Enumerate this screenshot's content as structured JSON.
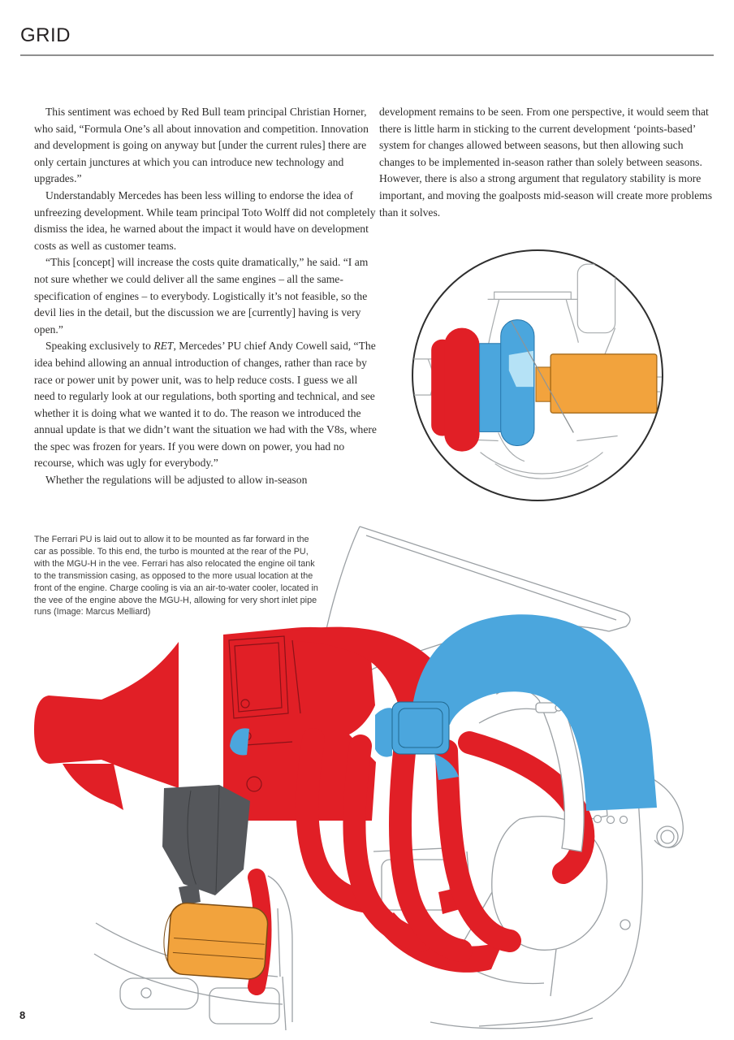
{
  "header": {
    "title": "GRID"
  },
  "page_number": "8",
  "article": {
    "left_column": {
      "paragraphs": [
        "This sentiment was echoed by Red Bull team principal Christian Horner, who said, “Formula One’s all about innovation and competition. Innovation and development is going on anyway but [under the current rules] there are only certain junctures at which you can introduce new technology and upgrades.”",
        "Understandably Mercedes has been less willing to endorse the idea of unfreezing development. While team principal Toto Wolff did not completely dismiss the idea, he warned about the impact it would have on development costs as well as customer teams.",
        "“This [concept] will increase the costs quite dramatically,” he said. “I am not sure whether we could deliver all the same engines – all the same-specification of engines – to everybody. Logistically it’s not feasible, so the devil lies in the detail, but the discussion we are [currently] having is very open.”",
        "",
        "Whether the regulations will be adjusted to allow in-season"
      ],
      "p4_before": "Speaking exclusively to ",
      "p4_ret": "RET",
      "p4_after": ", Mercedes’ PU chief Andy Cowell said, “The idea behind allowing an annual introduction of changes, rather than race by race or power unit by power unit, was to help reduce costs. I guess we all need to regularly look at our regulations, both sporting and technical, and see whether it is doing what we wanted it to do. The reason we introduced the annual update is that we didn’t want the situation we had with the V8s, where the spec was frozen for years. If you were down on power, you had no recourse, which was ugly for everybody.”"
    },
    "right_column": {
      "paragraphs": [
        "development remains to be seen. From one perspective, it would seem that there is little harm in sticking to the current development ‘points-based’ system for changes allowed between seasons, but then allowing such changes to be implemented in-season rather than solely between seasons. However, there is also a strong argument that regulatory stability is more important, and moving the goalposts mid-season will create more problems than it solves."
      ]
    }
  },
  "caption": {
    "text": "The Ferrari PU is laid out to allow it to be mounted as far forward in the car as possible. To this end, the turbo is mounted at the rear of the PU, with the MGU-H in the vee. Ferrari has also relocated the engine oil tank to the transmission casing, as opposed to the more usual location at the front of the engine. Charge cooling is via an air-to-water cooler, located in the vee of the engine above the MGU-H, allowing for very short inlet pipe runs (Image: Marcus Melliard)"
  },
  "illustrations": {
    "inset_diagram": {
      "description": "circular detail of turbo mounted at rear of PU",
      "parts": [
        "turbine-red",
        "compressor-blue",
        "inlet-light-blue",
        "mgu-h-orange"
      ]
    },
    "main_illustration": {
      "description": "side view of Ferrari power unit with airbox, exhausts, charge-air duct, oil tank and gearbox",
      "parts": [
        "airbox-outline",
        "exhaust-red",
        "charge-air-duct-blue",
        "collector-dark-gray",
        "oil-tank-orange",
        "gearbox-outline"
      ]
    },
    "colors": {
      "red": "#e11f26",
      "blue": "#4ba6dd",
      "light_blue": "#b5e2f6",
      "orange": "#f2a33d",
      "dark_gray": "#55575b",
      "outline_gray": "#9ba0a4"
    }
  }
}
